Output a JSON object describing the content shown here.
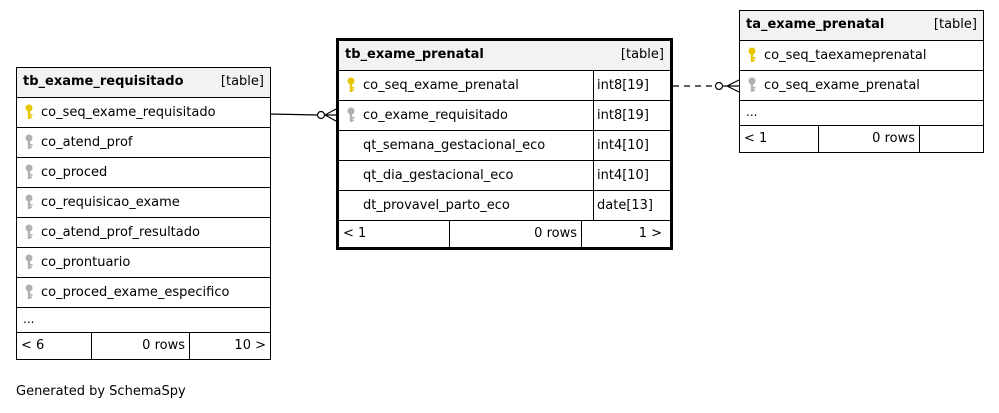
{
  "tables": {
    "requisitado": {
      "name": "tb_exame_requisitado",
      "kind": "[table]",
      "columns": [
        {
          "name": "co_seq_exame_requisitado",
          "key": "primary"
        },
        {
          "name": "co_atend_prof",
          "key": "foreign"
        },
        {
          "name": "co_proced",
          "key": "foreign"
        },
        {
          "name": "co_requisicao_exame",
          "key": "foreign"
        },
        {
          "name": "co_atend_prof_resultado",
          "key": "foreign"
        },
        {
          "name": "co_prontuario",
          "key": "foreign"
        },
        {
          "name": "co_proced_exame_especifico",
          "key": "foreign"
        }
      ],
      "ellipsis": "...",
      "footer": {
        "parents": "< 6",
        "rows": "0 rows",
        "children": "10 >"
      }
    },
    "prenatal": {
      "name": "tb_exame_prenatal",
      "kind": "[table]",
      "columns": [
        {
          "name": "co_seq_exame_prenatal",
          "type": "int8[19]",
          "key": "primary"
        },
        {
          "name": "co_exame_requisitado",
          "type": "int8[19]",
          "key": "foreign"
        },
        {
          "name": "qt_semana_gestacional_eco",
          "type": "int4[10]",
          "key": "none"
        },
        {
          "name": "qt_dia_gestacional_eco",
          "type": "int4[10]",
          "key": "none"
        },
        {
          "name": "dt_provavel_parto_eco",
          "type": "date[13]",
          "key": "none"
        }
      ],
      "footer": {
        "parents": "< 1",
        "rows": "0 rows",
        "children": "1 >"
      }
    },
    "ta_prenatal": {
      "name": "ta_exame_prenatal",
      "kind": "[table]",
      "columns": [
        {
          "name": "co_seq_taexameprenatal",
          "key": "primary"
        },
        {
          "name": "co_seq_exame_prenatal",
          "key": "foreign"
        }
      ],
      "ellipsis": "...",
      "footer": {
        "parents": "< 1",
        "rows": "0 rows"
      }
    }
  },
  "colors": {
    "primary_key": "#e6c600",
    "foreign_key": "#b0b0b0",
    "header_bg": "#f2f2f2"
  },
  "credit": "Generated by SchemaSpy"
}
